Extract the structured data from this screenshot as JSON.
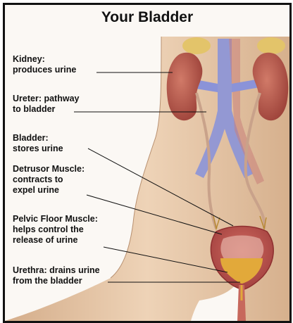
{
  "title": "Your Bladder",
  "labels": {
    "kidney": "Kidney:\nproduces urine",
    "ureter": "Ureter: pathway\nto bladder",
    "bladder": "Bladder:\nstores urine",
    "detrusor": "Detrusor Muscle:\ncontracts to\nexpel urine",
    "pelvic_floor": "Pelvic Floor Muscle:\nhelps control the\nrelease of urine",
    "urethra": "Urethra: drains urine\nfrom the bladder"
  },
  "colors": {
    "skin": "#e7c8a8",
    "kidney": "#b9574a",
    "adrenal": "#e3c46a",
    "vein": "#8b93d8",
    "bladder_wall": "#b94d4d",
    "urine": "#e2a93a"
  }
}
